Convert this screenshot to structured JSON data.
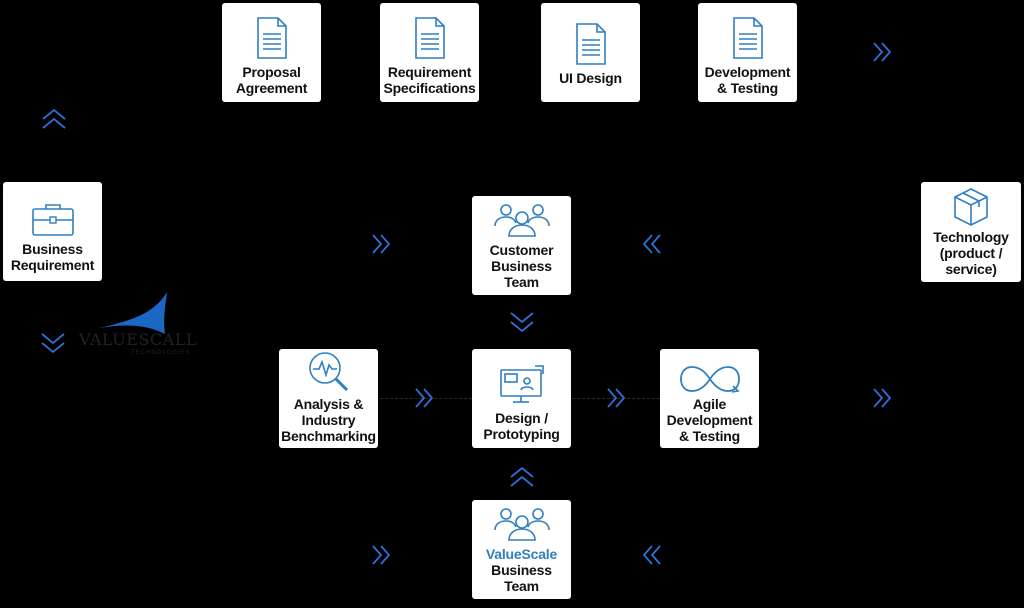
{
  "cards": {
    "proposal": "Proposal\nAgreement",
    "requirement_specs": "Requirement\nSpecifications",
    "ui_design": "UI Design",
    "dev_testing_top": "Development\n& Testing",
    "business_requirement": "Business\nRequirement",
    "customer_team": "Customer\nBusiness Team",
    "technology": "Technology\n(product /\nservice)",
    "analysis": "Analysis &\nIndustry\nBenchmarking",
    "design_proto": "Design /\nPrototyping",
    "agile": "Agile\nDevelopment\n& Testing",
    "valuescale_name": "ValueScale",
    "valuescale_team": "Business Team"
  },
  "logo": {
    "name": "VALUESCALL",
    "tagline": "TECHNOLOGIES"
  },
  "icons": {
    "document": "document-icon",
    "briefcase": "briefcase-icon",
    "people": "team-people-icon",
    "package": "box-package-icon",
    "analysis": "magnifier-pulse-icon",
    "prototype": "monitor-wireframe-icon",
    "agile": "infinity-loop-icon",
    "chevron": "chevron-icon"
  },
  "colors": {
    "accent": "#2f7fc1",
    "chevron": "#2f6fd6",
    "background": "#000000",
    "card": "#ffffff"
  }
}
